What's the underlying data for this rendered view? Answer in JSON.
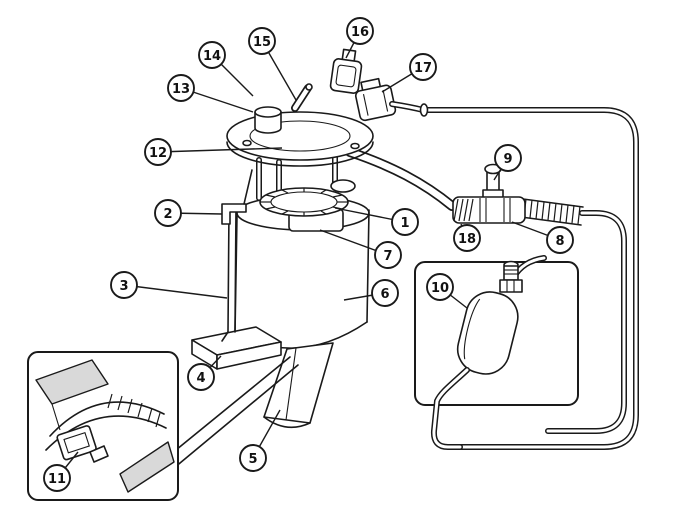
{
  "figure": {
    "type": "parts-diagram",
    "description": "Fuel pump module, hoses and in-line fuel filter with numbered callouts and two detail insets",
    "background_color": "#ffffff",
    "line_color": "#1a1a1a",
    "shade_color": "#d9d9d9"
  },
  "callouts": [
    {
      "label": "1"
    },
    {
      "label": "2"
    },
    {
      "label": "3"
    },
    {
      "label": "4"
    },
    {
      "label": "5"
    },
    {
      "label": "6"
    },
    {
      "label": "7"
    },
    {
      "label": "8"
    },
    {
      "label": "9"
    },
    {
      "label": "10"
    },
    {
      "label": "11"
    },
    {
      "label": "12"
    },
    {
      "label": "13"
    },
    {
      "label": "14"
    },
    {
      "label": "15"
    },
    {
      "label": "16"
    },
    {
      "label": "17"
    },
    {
      "label": "18"
    }
  ]
}
